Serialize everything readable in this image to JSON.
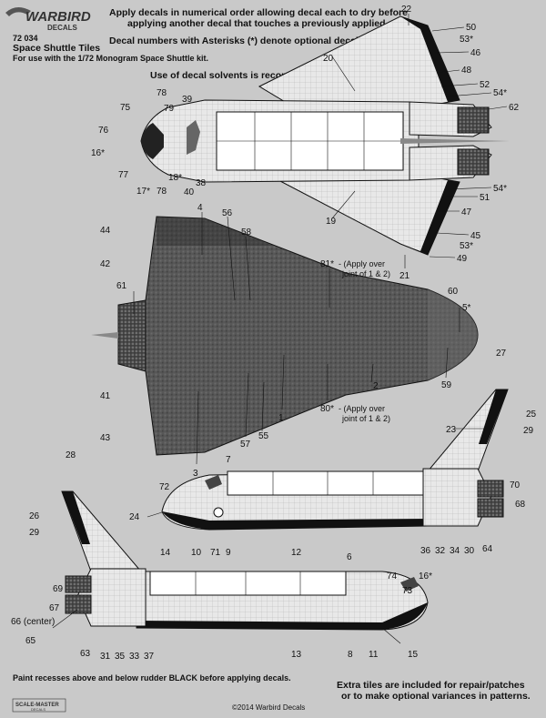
{
  "brand": {
    "name": "WARBIRD",
    "sub": "DECALS",
    "sheet_number": "72 034",
    "title": "Space Shuttle Tiles",
    "subtitle": "For use with the 1/72 Monogram Space Shuttle kit."
  },
  "instructions": {
    "line1": "Apply decals in numerical order allowing decal each to dry before",
    "line2": "applying another decal that touches a previously applied one.",
    "line3": "Decal numbers with Asterisks (*) denote optional decals.",
    "line4": "Use of decal solvents is recommended."
  },
  "notes": {
    "paint": "Paint recesses above and below rudder BLACK before applying decals.",
    "extra1": "Extra tiles are included for repair/patches",
    "extra2": "or to make optional variances in patterns.",
    "copyright": "©2014 Warbird Decals",
    "scale_master": "SCALE-MASTER",
    "scale_master_sub": "DECALS"
  },
  "labels": {
    "c22": "22",
    "c50": "50",
    "c53a": "53*",
    "c46": "46",
    "c20": "20",
    "c48": "48",
    "c52": "52",
    "c54a": "54*",
    "c62": "62",
    "c75": "75",
    "c78a": "78",
    "c39": "39",
    "c79": "79",
    "c76": "76",
    "c16a": "16*",
    "c77": "77",
    "c17": "17*",
    "c18": "18*",
    "c78b": "78",
    "c40": "40",
    "c38": "38",
    "c54b": "54*",
    "c51": "51",
    "c19": "19",
    "c47": "47",
    "c45": "45",
    "c53b": "53*",
    "c49": "49",
    "c21": "21",
    "b4": "4",
    "b56": "56",
    "b44": "44",
    "b58": "58",
    "b42": "42",
    "b81": "81*",
    "b81note1": "- (Apply over",
    "b81note2": "joint of 1 & 2)",
    "b60": "60",
    "b61": "61",
    "b5": "5*",
    "b2": "2",
    "b59": "59",
    "b41": "41",
    "b80": "80*",
    "b80note1": "- (Apply over",
    "b80note2": "joint of 1 & 2)",
    "b1": "1",
    "b43": "43",
    "b57": "57",
    "b55": "55",
    "b3": "3",
    "r27": "27",
    "r25": "25",
    "r23": "23",
    "r29": "29",
    "r7": "7",
    "r72": "72",
    "r70": "70",
    "r68": "68",
    "r14": "14",
    "r10": "10",
    "r71": "71",
    "r9": "9",
    "r12": "12",
    "r36": "36",
    "r32": "32",
    "r34": "34",
    "r30": "30",
    "r64": "64",
    "l28": "28",
    "l26": "26",
    "l24": "24",
    "l29": "29",
    "l6": "6",
    "l69": "69",
    "l74": "74",
    "l16": "16*",
    "l73": "73",
    "l67": "67",
    "l66": "66 (center)",
    "l65": "65",
    "l63": "63",
    "l31": "31",
    "l35": "35",
    "l33": "33",
    "l37": "37",
    "l13": "13",
    "l8": "8",
    "l11": "11",
    "l15": "15"
  },
  "colors": {
    "background": "#c9c9c9",
    "tile_dark": "#555555",
    "tile_light": "#e6e6e6",
    "black": "#111111"
  }
}
